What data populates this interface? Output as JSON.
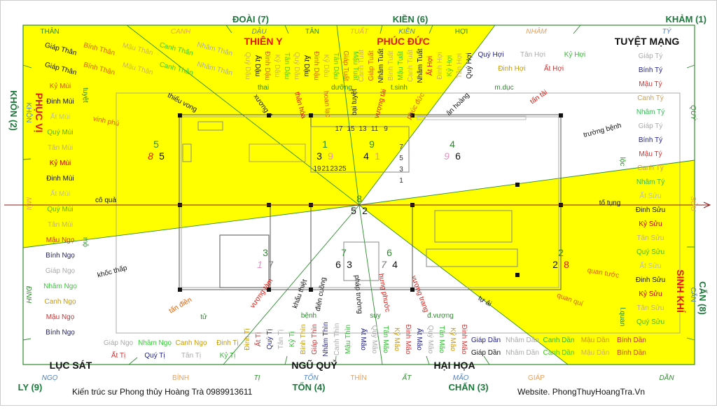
{
  "colors": {
    "yellow": "#ffff00",
    "frame": "#2e8b2e",
    "accent_red": "#e8140c",
    "direction_green": "#1a7a3a"
  },
  "directions": {
    "doai": "ĐOÀI (7)",
    "kien": "KIỀN (6)",
    "kham": "KHẢM (1)",
    "khon": "KHÔN (2)",
    "can": "CẤN (8)",
    "ly": "LY (9)",
    "ton": "TỐN (4)",
    "chan": "CHẤN (3)"
  },
  "sectors": {
    "thien_y": "THIÊN Y",
    "phuc_duc": "PHÚC ĐỨC",
    "tuyet_mang": "TUYỆT MẠNG",
    "sinh_khi": "SINH KHÍ",
    "hai_hoa": "HẠI HỌA",
    "ngu_quy": "NGŨ QUỶ",
    "luc_sat": "LỤC SÁT",
    "phuc_vi": "PHỤC VỊ"
  },
  "mountains_top": [
    "THÂN",
    "CANH",
    "DẬU",
    "TÂN",
    "TUẤT",
    "KIỀN",
    "HỢI",
    "NHÂM",
    "TÝ"
  ],
  "mountains_bottom": [
    "NGỌ",
    "BÍNH",
    "TỊ",
    "TỐN",
    "THÌN",
    "ẤT",
    "MÃO",
    "GIÁP",
    "DẦN"
  ],
  "mountains_left": [
    "KHÔN",
    "MÙI",
    "ĐINH"
  ],
  "mountains_right": [
    "QUÝ",
    "SỬU",
    "CẤN"
  ],
  "zones": [
    "thai",
    "dưỡng",
    "t.sinh",
    "m.dục",
    "tử",
    "bệnh",
    "suy",
    "đ.vượng",
    "tuyệt",
    "mộ",
    "lộc",
    "l.quan"
  ],
  "life_words": [
    {
      "t": "thiếu vong",
      "c": "#111"
    },
    {
      "t": "xương đ",
      "c": "#111"
    },
    {
      "t": "thân hỏa",
      "c": "#e8140c"
    },
    {
      "t": "hoan lạc",
      "c": "#e06000"
    },
    {
      "t": "bại tuyệt",
      "c": "#111"
    },
    {
      "t": "vượng tài",
      "c": "#e8140c"
    },
    {
      "t": "phúc đức",
      "c": "#e06000"
    },
    {
      "t": "ân hoàng",
      "c": "#111"
    },
    {
      "t": "tấn tài",
      "c": "#e8140c"
    },
    {
      "t": "trường bệnh",
      "c": "#111"
    },
    {
      "t": "tố tụng",
      "c": "#111"
    },
    {
      "t": "quan tước",
      "c": "#e06000"
    },
    {
      "t": "quan quí",
      "c": "#e06000"
    },
    {
      "t": "tự ải",
      "c": "#111"
    },
    {
      "t": "vượng trang",
      "c": "#e8140c"
    },
    {
      "t": "hưng phước",
      "c": "#e8140c"
    },
    {
      "t": "pháp trường",
      "c": "#111"
    },
    {
      "t": "điên cuồng",
      "c": "#111"
    },
    {
      "t": "khẩu thiệt",
      "c": "#111"
    },
    {
      "t": "vượng tàm",
      "c": "#e8140c"
    },
    {
      "t": "tấn điền",
      "c": "#e06000"
    },
    {
      "t": "khốc thấp",
      "c": "#111"
    },
    {
      "t": "cô quả",
      "c": "#111"
    },
    {
      "t": "vinh phú",
      "c": "#e06000"
    }
  ],
  "stems": [
    {
      "t": "Giáp Thân",
      "c": "#111"
    },
    {
      "t": "Bính Thân",
      "c": "#e06000"
    },
    {
      "t": "Mậu Thân",
      "c": "#c8b060"
    },
    {
      "t": "Canh Thân",
      "c": "#44cc22"
    },
    {
      "t": "Nhâm Thân",
      "c": "#aaaaaa"
    },
    {
      "t": "Giáp Thân",
      "c": "#111"
    },
    {
      "t": "Bính Thân",
      "c": "#e06000"
    },
    {
      "t": "Mậu Thân",
      "c": "#c8b060"
    },
    {
      "t": "Canh Thân",
      "c": "#44cc22"
    },
    {
      "t": "Nhâm Thân",
      "c": "#aaaaaa"
    },
    {
      "t": "Kỷ Mùi",
      "c": "#d06000"
    },
    {
      "t": "Đinh Mùi",
      "c": "#111"
    },
    {
      "t": "Ất Mùi",
      "c": "#bbbbbb"
    },
    {
      "t": "Quý Mùi",
      "c": "#44bb22"
    },
    {
      "t": "Tân Mùi",
      "c": "#c0b080"
    },
    {
      "t": "Kỷ Mùi",
      "c": "#cc0000"
    },
    {
      "t": "Đinh Mùi",
      "c": "#111"
    },
    {
      "t": "Ất Mùi",
      "c": "#bbbbbb"
    },
    {
      "t": "Quý Mùi",
      "c": "#44bb22"
    },
    {
      "t": "Tân Mùi",
      "c": "#c0b080"
    },
    {
      "t": "Mậu Ngọ",
      "c": "#cc3333"
    },
    {
      "t": "Bính Ngọ",
      "c": "#222266"
    },
    {
      "t": "Giáp Ngọ",
      "c": "#aaaaaa"
    },
    {
      "t": "Nhâm Ngọ",
      "c": "#33cc33"
    },
    {
      "t": "Canh Ngọ",
      "c": "#cc9900"
    },
    {
      "t": "Mậu Ngọ",
      "c": "#cc3333"
    },
    {
      "t": "Bính Ngọ",
      "c": "#222266"
    },
    {
      "t": "Giáp Ngọ",
      "c": "#aaaaaa"
    },
    {
      "t": "Nhâm Ngọ",
      "c": "#33cc33"
    },
    {
      "t": "Canh Ngọ",
      "c": "#cc9900"
    },
    {
      "t": "Đinh Tị",
      "c": "#cc9900"
    },
    {
      "t": "Ất Tị",
      "c": "#cc3333"
    },
    {
      "t": "Quý Tị",
      "c": "#222288"
    },
    {
      "t": "Tân Tị",
      "c": "#aaaaaa"
    },
    {
      "t": "Kỷ Tị",
      "c": "#33bb33"
    },
    {
      "t": "Đinh Tị",
      "c": "#cc9900"
    },
    {
      "t": "Ất Tị",
      "c": "#cc3333"
    },
    {
      "t": "Quý Tị",
      "c": "#222288"
    },
    {
      "t": "Tân Tị",
      "c": "#aaaaaa"
    },
    {
      "t": "Kỷ Tị",
      "c": "#33bb33"
    },
    {
      "t": "Bính Thìn",
      "c": "#cc9900"
    },
    {
      "t": "Giáp Thìn",
      "c": "#cc3333"
    },
    {
      "t": "Nhâm Thìn",
      "c": "#222288"
    },
    {
      "t": "Canh Thìn",
      "c": "#aaaaaa"
    },
    {
      "t": "Mậu Thìn",
      "c": "#33bb33"
    },
    {
      "t": "Ất Mão",
      "c": "#222288"
    },
    {
      "t": "Quý Mão",
      "c": "#aaaaaa"
    },
    {
      "t": "Tân Mão",
      "c": "#33bb33"
    },
    {
      "t": "Kỷ Mão",
      "c": "#cc9900"
    },
    {
      "t": "Đinh Mão",
      "c": "#cc3333"
    },
    {
      "t": "Ất Mão",
      "c": "#222288"
    },
    {
      "t": "Quý Mão",
      "c": "#aaaaaa"
    },
    {
      "t": "Tân Mão",
      "c": "#33bb33"
    },
    {
      "t": "Kỷ Mão",
      "c": "#cc9900"
    },
    {
      "t": "Đinh Mão",
      "c": "#cc3333"
    },
    {
      "t": "Giáp Dần",
      "c": "#222288"
    },
    {
      "t": "Nhâm Dần",
      "c": "#aaaaaa"
    },
    {
      "t": "Canh Dần",
      "c": "#33bb33"
    },
    {
      "t": "Mậu Dần",
      "c": "#cc9900"
    },
    {
      "t": "Bính Dần",
      "c": "#cc3333"
    },
    {
      "t": "Giáp Dần",
      "c": "#111"
    },
    {
      "t": "Nhâm Dần",
      "c": "#aaaaaa"
    },
    {
      "t": "Canh Dần",
      "c": "#44cc22"
    },
    {
      "t": "Mậu Dần",
      "c": "#d0b060"
    },
    {
      "t": "Bính Dần",
      "c": "#d05000"
    },
    {
      "t": "Quý Sửu",
      "c": "#44bb22"
    },
    {
      "t": "Tân Sửu",
      "c": "#c0b080"
    },
    {
      "t": "Kỷ Sửu",
      "c": "#cc0000"
    },
    {
      "t": "Đinh Sửu",
      "c": "#111"
    },
    {
      "t": "Ất Sửu",
      "c": "#bbbbbb"
    },
    {
      "t": "Quý Sửu",
      "c": "#44bb22"
    },
    {
      "t": "Tân Sửu",
      "c": "#c0b080"
    },
    {
      "t": "Kỷ Sửu",
      "c": "#cc0000"
    },
    {
      "t": "Đinh Sửu",
      "c": "#111"
    },
    {
      "t": "Ất Sửu",
      "c": "#bbbbbb"
    },
    {
      "t": "Nhâm Tý",
      "c": "#33bb55"
    },
    {
      "t": "Canh Tý",
      "c": "#c8a060"
    },
    {
      "t": "Mậu Tý",
      "c": "#cc3333"
    },
    {
      "t": "Bính Tý",
      "c": "#222288"
    },
    {
      "t": "Giáp Tý",
      "c": "#aaaaaa"
    },
    {
      "t": "Nhâm Tý",
      "c": "#33bb55"
    },
    {
      "t": "Canh Tý",
      "c": "#c8a060"
    },
    {
      "t": "Mậu Tý",
      "c": "#cc3333"
    },
    {
      "t": "Bính Tý",
      "c": "#222288"
    },
    {
      "t": "Giáp Tý",
      "c": "#aaaaaa"
    },
    {
      "t": "Quý Hợi",
      "c": "#222288"
    },
    {
      "t": "Tân Hợi",
      "c": "#aaaaaa"
    },
    {
      "t": "Kỷ Hợi",
      "c": "#33bb33"
    },
    {
      "t": "Đinh Hợi",
      "c": "#cc9900"
    },
    {
      "t": "Ất Hợi",
      "c": "#cc3333"
    },
    {
      "t": "Quý Hợi",
      "c": "#111"
    },
    {
      "t": "Tân Hợi",
      "c": "#c8b060"
    },
    {
      "t": "Kỷ Hợi",
      "c": "#44cc22"
    },
    {
      "t": "Đinh Hợi",
      "c": "#c8b060"
    },
    {
      "t": "Ất Hợi",
      "c": "#e8140c"
    },
    {
      "t": "Nhâm Tuất",
      "c": "#111"
    },
    {
      "t": "Canh Tuất",
      "c": "#c8b060"
    },
    {
      "t": "Mậu Tuất",
      "c": "#44cc22"
    },
    {
      "t": "Bính Tuất",
      "c": "#c8b060"
    },
    {
      "t": "Nhâm Tuất",
      "c": "#111"
    },
    {
      "t": "Giáp Tuất",
      "c": "#e06000"
    },
    {
      "t": "Canh Tuất",
      "c": "#c8b060"
    },
    {
      "t": "Mậu Tuất",
      "c": "#44cc22"
    },
    {
      "t": "Giáp Tuất",
      "c": "#e06000"
    },
    {
      "t": "Tân Dậu",
      "c": "#44cc22"
    },
    {
      "t": "Kỷ Dậu",
      "c": "#c8b060"
    },
    {
      "t": "Đinh Dậu",
      "c": "#e06000"
    },
    {
      "t": "Ất Dậu",
      "c": "#111"
    },
    {
      "t": "Quý Dậu",
      "c": "#c8b060"
    },
    {
      "t": "Tân Dậu",
      "c": "#44cc22"
    },
    {
      "t": "Kỷ Dậu",
      "c": "#c8b060"
    },
    {
      "t": "Đinh Dậu",
      "c": "#e06000"
    },
    {
      "t": "Ất Dậu",
      "c": "#111"
    },
    {
      "t": "Quý Dậu",
      "c": "#c8b060"
    }
  ],
  "flying_stars": [
    {
      "top": "5",
      "left": "8",
      "right": "5",
      "lc": "#e8140c",
      "rc": "#111"
    },
    {
      "top": "1",
      "left": "3",
      "right": "9",
      "lc": "#111",
      "rc": "#e890c0"
    },
    {
      "top": "9",
      "left": "4",
      "right": "1",
      "lc": "#111",
      "rc": "#e890c0"
    },
    {
      "top": "4",
      "left": "9",
      "right": "6",
      "lc": "#e890c0",
      "rc": "#111"
    },
    {
      "top": "8",
      "left": "5",
      "right": "2",
      "lc": "#111",
      "rc": "#111"
    },
    {
      "top": "3",
      "left": "1",
      "right": "7",
      "lc": "#e890c0",
      "rc": "#777"
    },
    {
      "top": "7",
      "left": "6",
      "right": "3",
      "lc": "#111",
      "rc": "#111"
    },
    {
      "top": "6",
      "left": "7",
      "right": "4",
      "lc": "#777",
      "rc": "#111"
    },
    {
      "top": "2",
      "left": "2",
      "right": "8",
      "lc": "#111",
      "rc": "#e8140c"
    }
  ],
  "stair_numbers": [
    "17",
    "15",
    "13",
    "11",
    "9",
    "7",
    "5",
    "3",
    "1",
    "19",
    "21",
    "23",
    "25"
  ],
  "footer": {
    "author": "Kiến trúc sư Phong thủy Hoàng Trà 0989913611",
    "website": "Website. PhongThuyHoangTra.Vn"
  }
}
